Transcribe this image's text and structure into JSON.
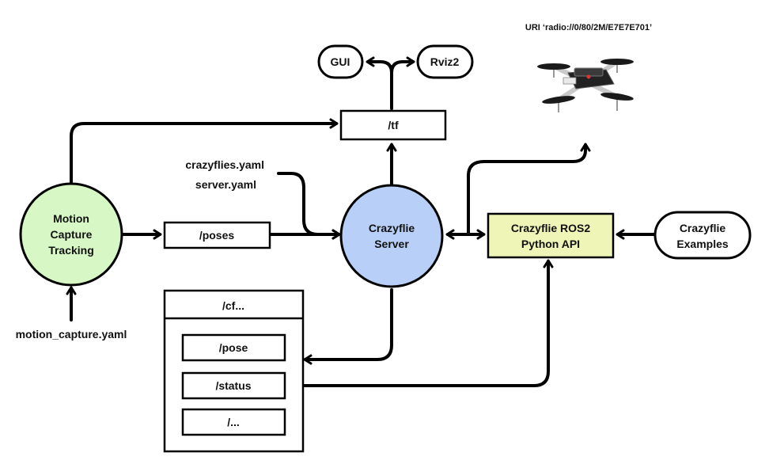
{
  "nodes": {
    "motion_capture": {
      "lines": [
        "Motion",
        "Capture",
        "Tracking"
      ]
    },
    "crazyflie_server": {
      "lines": [
        "Crazyflie",
        "Server"
      ]
    },
    "python_api": {
      "lines": [
        "Crazyflie ROS2",
        "Python API"
      ]
    },
    "examples": {
      "lines": [
        "Crazyflie",
        "Examples"
      ]
    },
    "gui": "GUI",
    "rviz2": "Rviz2",
    "tf": "/tf",
    "poses": "/poses",
    "cf_group": {
      "title": "/cf...",
      "items": [
        "/pose",
        "/status",
        "/..."
      ]
    }
  },
  "labels": {
    "crazyflies_yaml": "crazyflies.yaml",
    "server_yaml": "server.yaml",
    "motion_capture_yaml": "motion_capture.yaml",
    "uri": "URI ‘radio://0/80/2M/E7E7E701’"
  },
  "colors": {
    "motion_capture_fill": "#d7f7c4",
    "server_fill": "#b8cff7",
    "api_fill": "#eef5b6"
  }
}
